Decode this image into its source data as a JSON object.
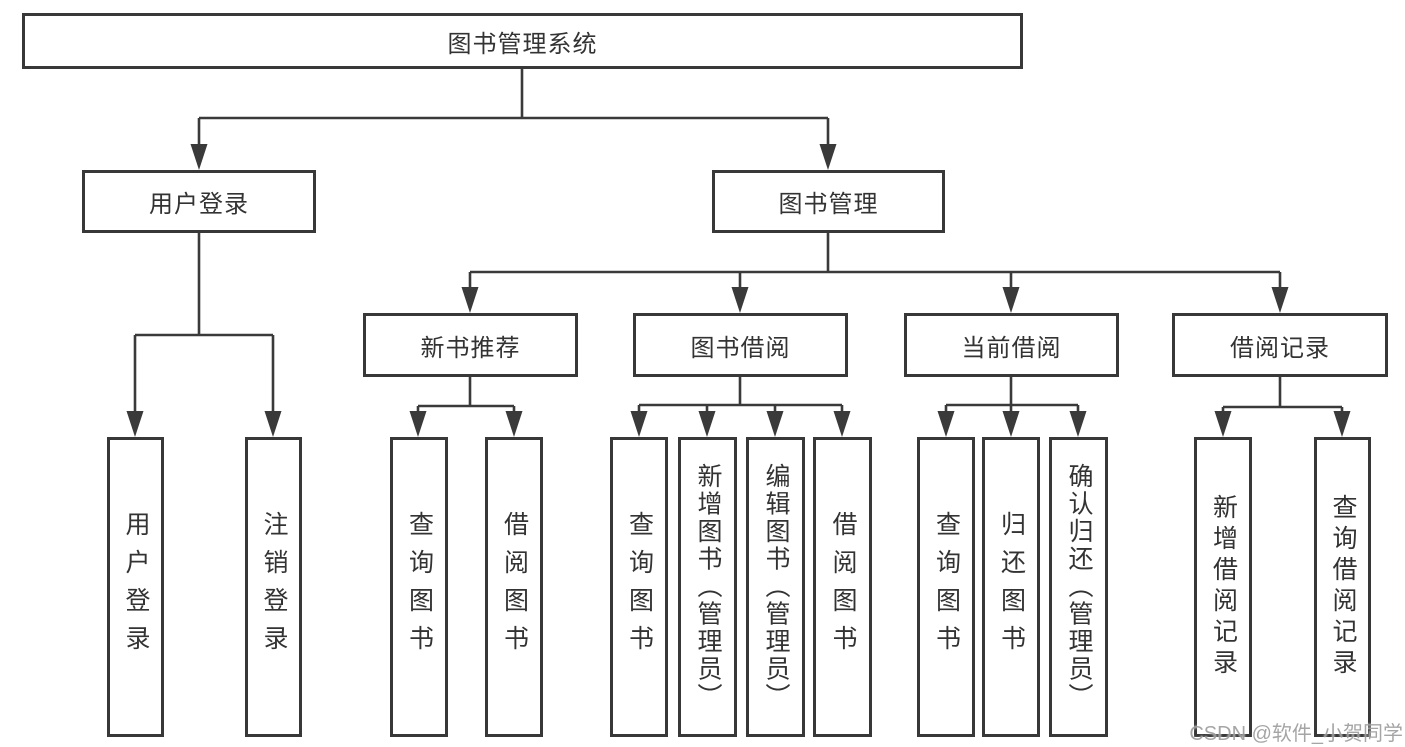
{
  "diagram_title": "图书管理系统",
  "nodes": {
    "root": {
      "label": "图书管理系统"
    },
    "user_login": {
      "label": "用户登录"
    },
    "book_mgmt": {
      "label": "图书管理"
    },
    "new_book_rec": {
      "label": "新书推荐"
    },
    "book_borrow": {
      "label": "图书借阅"
    },
    "current_borrow": {
      "label": "当前借阅"
    },
    "borrow_record": {
      "label": "借阅记录"
    },
    "user_login_leaf": {
      "label": "用户登录"
    },
    "logout_leaf": {
      "label": "注销登录"
    },
    "rec_query": {
      "label": "查询图书"
    },
    "rec_borrow": {
      "label": "借阅图书"
    },
    "bb_query": {
      "label": "查询图书"
    },
    "bb_add": {
      "label": "新增图书（管理员）"
    },
    "bb_edit": {
      "label": "编辑图书（管理员）"
    },
    "bb_borrow": {
      "label": "借阅图书"
    },
    "cb_query": {
      "label": "查询图书"
    },
    "cb_return": {
      "label": "归还图书"
    },
    "cb_confirm": {
      "label": "确认归还（管理员）"
    },
    "br_add": {
      "label": "新增借阅记录"
    },
    "br_query": {
      "label": "查询借阅记录"
    }
  },
  "hierarchy": {
    "图书管理系统": {
      "用户登录": [
        "用户登录",
        "注销登录"
      ],
      "图书管理": {
        "新书推荐": [
          "查询图书",
          "借阅图书"
        ],
        "图书借阅": [
          "查询图书",
          "新增图书（管理员）",
          "编辑图书（管理员）",
          "借阅图书"
        ],
        "当前借阅": [
          "查询图书",
          "归还图书",
          "确认归还（管理员）"
        ],
        "借阅记录": [
          "新增借阅记录",
          "查询借阅记录"
        ]
      }
    }
  },
  "watermark": {
    "text": "CSDN @软件_小贺同学"
  },
  "colors": {
    "line": "#3a3a3a",
    "box_border": "#383838",
    "box_fill": "#ffffff",
    "text": "#333333",
    "watermark": "#9e9e9e",
    "background": "#ffffff"
  }
}
